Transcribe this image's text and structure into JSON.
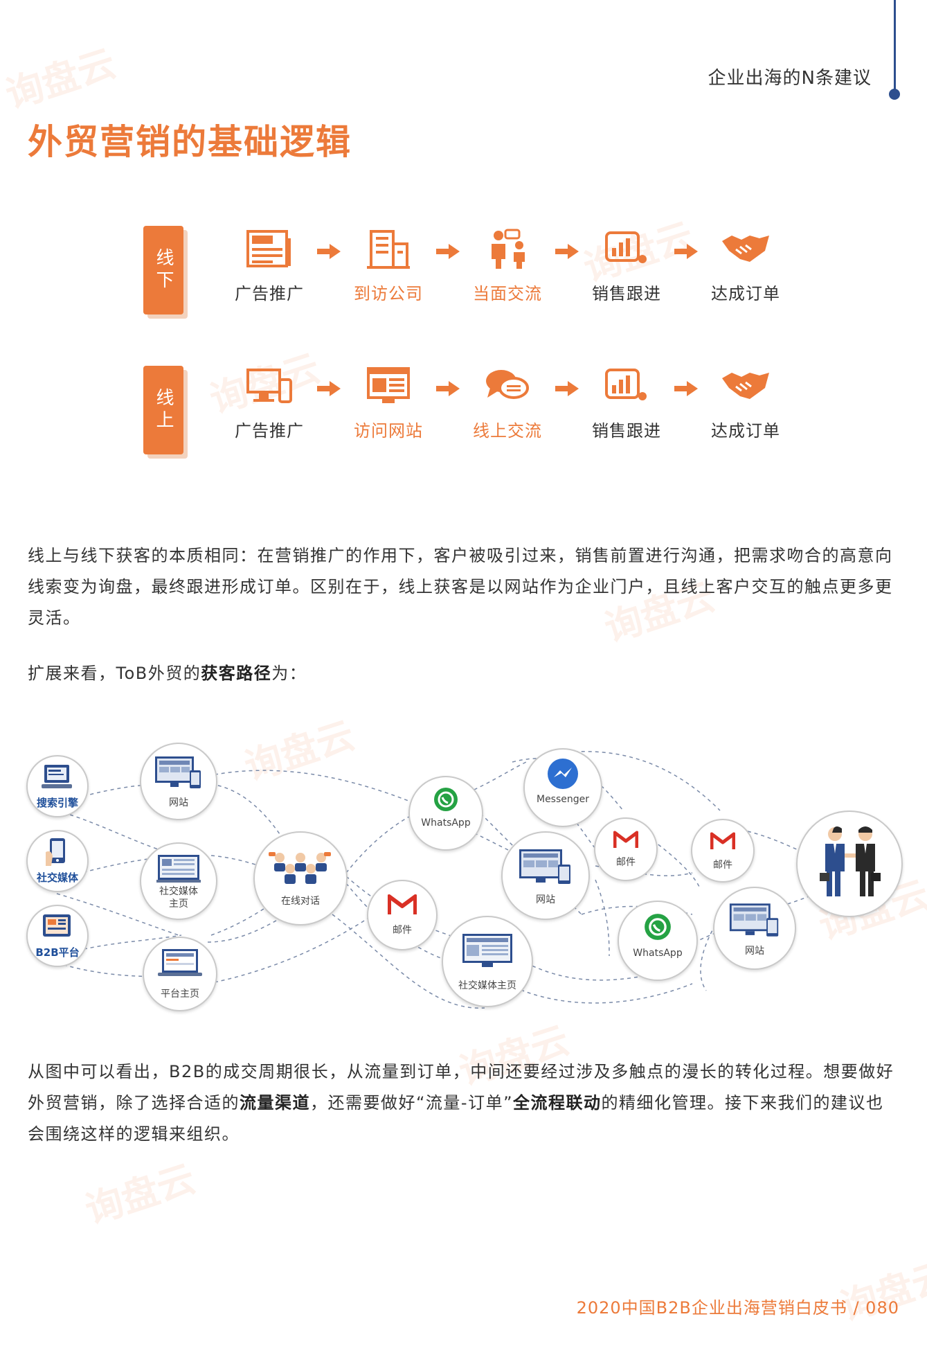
{
  "header": {
    "section_title": "企业出海的N条建议"
  },
  "page_title": "外贸营销的基础逻辑",
  "watermark_text": "询盘云",
  "flow": {
    "offline": {
      "tag": "线下",
      "steps": [
        {
          "label": "广告推广",
          "icon": "newspaper-icon",
          "highlight": false
        },
        {
          "label": "到访公司",
          "icon": "building-icon",
          "highlight": true
        },
        {
          "label": "当面交流",
          "icon": "meeting-icon",
          "highlight": true
        },
        {
          "label": "销售跟进",
          "icon": "sales-chart-icon",
          "highlight": false
        },
        {
          "label": "达成订单",
          "icon": "handshake-icon",
          "highlight": false
        }
      ]
    },
    "online": {
      "tag": "线上",
      "steps": [
        {
          "label": "广告推广",
          "icon": "devices-icon",
          "highlight": false
        },
        {
          "label": "访问网站",
          "icon": "website-icon",
          "highlight": true
        },
        {
          "label": "线上交流",
          "icon": "chat-bubbles-icon",
          "highlight": true
        },
        {
          "label": "销售跟进",
          "icon": "sales-chart-icon",
          "highlight": false
        },
        {
          "label": "达成订单",
          "icon": "handshake-icon",
          "highlight": false
        }
      ]
    }
  },
  "paragraph1": "线上与线下获客的本质相同：在营销推广的作用下，客户被吸引过来，销售前置进行沟通，把需求吻合的高意向线索变为询盘，最终跟进形成订单。区别在于，线上获客是以网站作为企业门户，且线上客户交互的触点更多更灵活。",
  "paragraph2": {
    "before": "扩展来看，ToB外贸的",
    "bold": "获客路径",
    "after": "为："
  },
  "network": {
    "nodes": [
      {
        "id": "search",
        "label": "搜索引擎"
      },
      {
        "id": "social",
        "label": "社交媒体"
      },
      {
        "id": "b2b",
        "label": "B2B平台"
      },
      {
        "id": "site1",
        "label": "网站"
      },
      {
        "id": "socialhome1",
        "label": "社交媒体\n主页"
      },
      {
        "id": "platformhome",
        "label": "平台主页"
      },
      {
        "id": "chat",
        "label": "在线对话"
      },
      {
        "id": "mail1",
        "label": "邮件"
      },
      {
        "id": "whatsapp1",
        "label": "WhatsApp"
      },
      {
        "id": "socialhome2",
        "label": "社交媒体主页"
      },
      {
        "id": "messenger",
        "label": "Messenger"
      },
      {
        "id": "site2",
        "label": "网站"
      },
      {
        "id": "mail2",
        "label": "邮件"
      },
      {
        "id": "whatsapp2",
        "label": "WhatsApp"
      },
      {
        "id": "mail3",
        "label": "邮件"
      },
      {
        "id": "site3",
        "label": "网站"
      },
      {
        "id": "deal",
        "label": ""
      }
    ]
  },
  "paragraph3": {
    "p1": "从图中可以看出，B2B的成交周期很长，从流量到订单，中间还要经过涉及多触点的漫长的转化过程。想要做好外贸营销，除了选择合适的",
    "b1": "流量渠道",
    "p2": "，还需要做好“流量-订单”",
    "b2": "全流程联动",
    "p3": "的精细化管理。接下来我们的建议也会围绕这样的逻辑来组织。"
  },
  "footer": "2020中国B2B企业出海营销白皮书 / 080",
  "colors": {
    "accent": "#ec7a3a",
    "navy": "#2d4e8e"
  }
}
